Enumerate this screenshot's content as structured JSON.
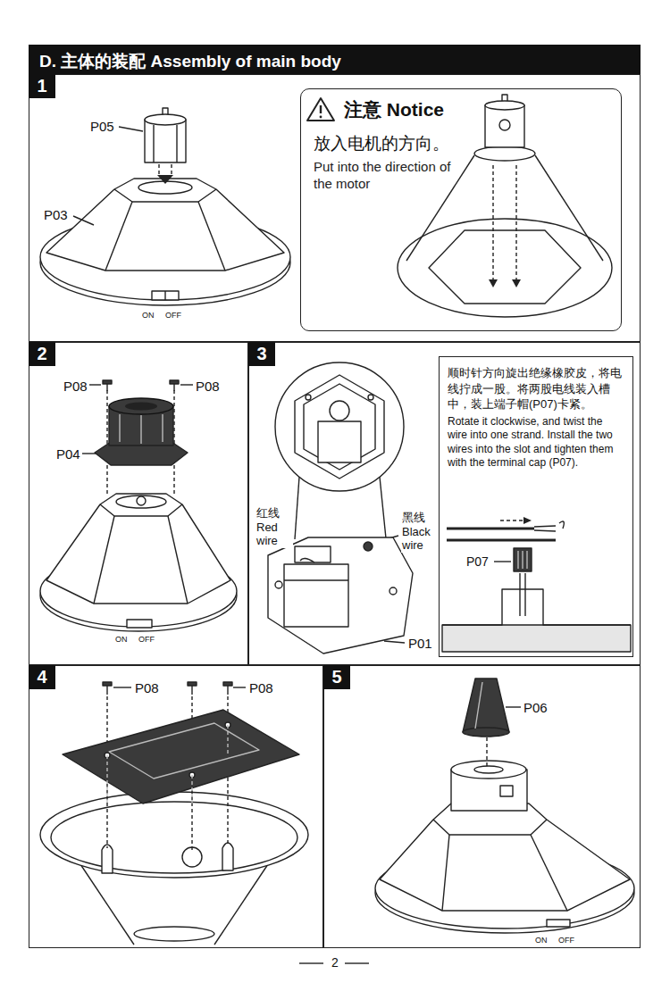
{
  "diagram": {
    "title": "D. 主体的装配 Assembly of main body",
    "nodes": [
      {
        "text": [
          "1"
        ]
      },
      {
        "text": [
          "注意 Notice",
          "放入电机的方向。",
          "Put into the direction of the motor"
        ],
        "in": 0
      },
      {
        "text": [
          "2"
        ]
      },
      {
        "text": [
          "3"
        ]
      },
      {
        "text": [
          "顺时针方向旋出绝缘橡胶皮，将电线拧成一股。将两股电线装入槽中，装上端子帽(P07)卡紧。",
          "Rotate it clockwise, and twist the wire into one strand. Install the two wires into the slot and tighten them with the terminal cap (P07)."
        ],
        "in": 3
      },
      {
        "text": [
          "4"
        ]
      },
      {
        "text": [
          "5"
        ]
      }
    ],
    "labels": [
      "P05",
      "P03",
      "ON",
      "OFF",
      "P08",
      "P08",
      "P04",
      "ON",
      "OFF",
      "红线",
      "Red wire",
      "黑线",
      "Black wire",
      "P01",
      "P07",
      "P08",
      "P08",
      "P06",
      "ON",
      "OFF",
      "2"
    ]
  }
}
